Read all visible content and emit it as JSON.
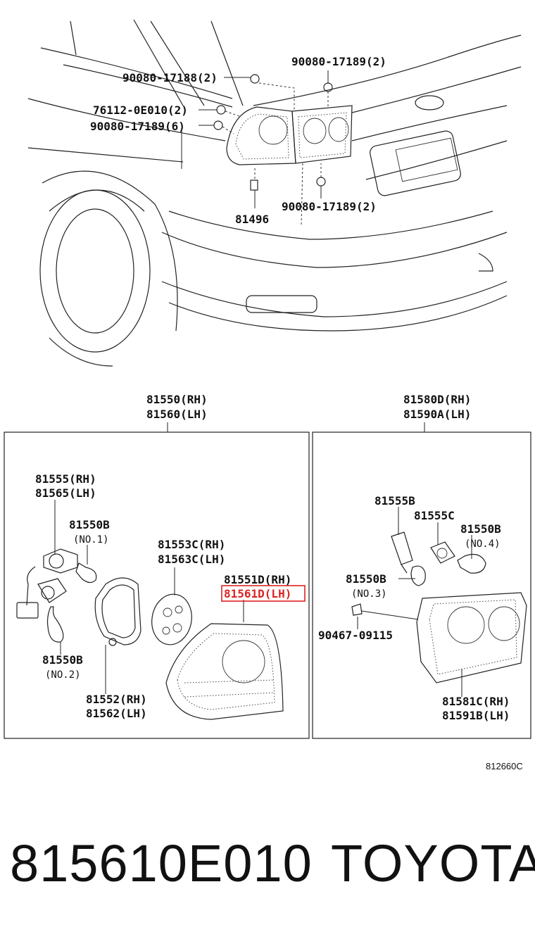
{
  "top_callouts": {
    "c1": "90080-17188(2)",
    "c2": "90080-17189(2)",
    "c3": "76112-0E010(2)",
    "c4": "90080-17189(6)",
    "c5": "81496",
    "c6": "90080-17189(2)"
  },
  "left_box": {
    "title_rh": "81550(RH)",
    "title_lh": "81560(LH)",
    "socket_rh": "81555(RH)",
    "socket_lh": "81565(LH)",
    "bulb_no1": "81550B",
    "bulb_no1_note": "(NO.1)",
    "bulb_no2": "81550B",
    "bulb_no2_note": "(NO.2)",
    "plate_rh": "81553C(RH)",
    "plate_lh": "81563C(LH)",
    "lens_rh": "81551D(RH)",
    "lens_lh": "81561D(LH)",
    "gasket_rh": "81552(RH)",
    "gasket_lh": "81562(LH)"
  },
  "right_box": {
    "title_rh": "81580D(RH)",
    "title_lh": "81590A(LH)",
    "socket_a": "81555B",
    "socket_b": "81555C",
    "bulb_no4": "81550B",
    "bulb_no4_note": "(NO.4)",
    "bulb_no3": "81550B",
    "bulb_no3_note": "(NO.3)",
    "screw": "90467-09115",
    "lens_rh": "81581C(RH)",
    "lens_lh": "81591B(LH)"
  },
  "figure_code": "812660C",
  "footer": {
    "part_number": "815610E010",
    "brand": "TOYOTA"
  },
  "colors": {
    "highlight": "#dd2222",
    "line": "#222222"
  }
}
